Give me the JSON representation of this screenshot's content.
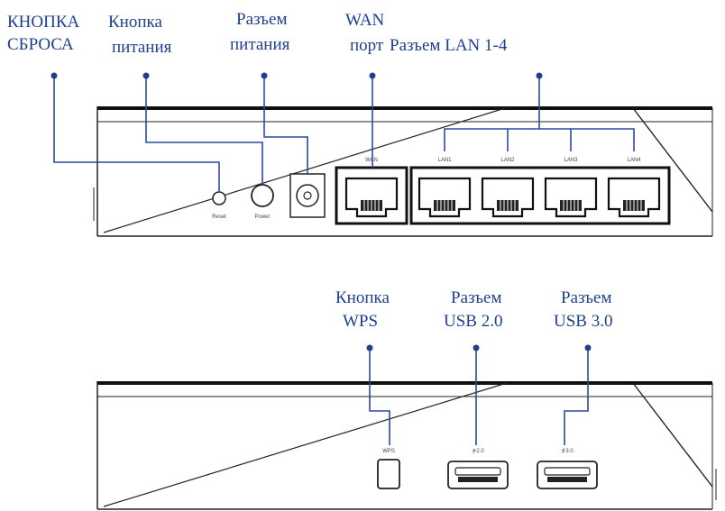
{
  "labels": {
    "reset": [
      "КНОПКА",
      "СБРОСА"
    ],
    "power_button": [
      "Кнопка",
      "питания"
    ],
    "power_jack": [
      "Разъем",
      "питания"
    ],
    "wan": [
      "WAN",
      "порт"
    ],
    "lan": "Разъем LAN 1-4",
    "wps": [
      "Кнопка",
      "WPS"
    ],
    "usb2": [
      "Разъем",
      "USB 2.0"
    ],
    "usb3": [
      "Разъем",
      "USB 3.0"
    ]
  },
  "port_marks": {
    "reset": "Reset",
    "power": "Power",
    "wan": "WAN",
    "lan": [
      "LAN1",
      "LAN2",
      "LAN3",
      "LAN4"
    ],
    "wps": "WPS",
    "usb2": "⭍2.0",
    "usb3": "⭍3.0"
  },
  "colors": {
    "label": "#1f3f8f",
    "leader": "#2a4aa0",
    "device_line": "#222222"
  }
}
